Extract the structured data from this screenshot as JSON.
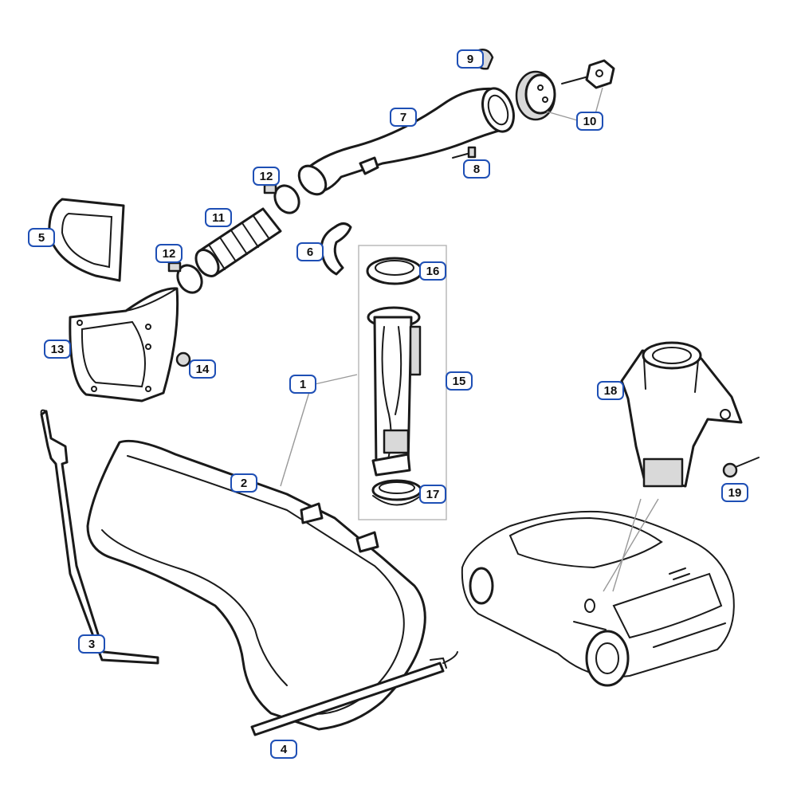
{
  "callouts": [
    {
      "id": "callout-1",
      "label": "1"
    },
    {
      "id": "callout-2",
      "label": "2"
    },
    {
      "id": "callout-3",
      "label": "3"
    },
    {
      "id": "callout-4",
      "label": "4"
    },
    {
      "id": "callout-5",
      "label": "5"
    },
    {
      "id": "callout-6",
      "label": "6"
    },
    {
      "id": "callout-7",
      "label": "7"
    },
    {
      "id": "callout-8",
      "label": "8"
    },
    {
      "id": "callout-9",
      "label": "9"
    },
    {
      "id": "callout-10",
      "label": "10"
    },
    {
      "id": "callout-11",
      "label": "11"
    },
    {
      "id": "callout-12a",
      "label": "12"
    },
    {
      "id": "callout-12b",
      "label": "12"
    },
    {
      "id": "callout-13",
      "label": "13"
    },
    {
      "id": "callout-14",
      "label": "14"
    },
    {
      "id": "callout-15",
      "label": "15"
    },
    {
      "id": "callout-16",
      "label": "16"
    },
    {
      "id": "callout-17",
      "label": "17"
    },
    {
      "id": "callout-18",
      "label": "18"
    },
    {
      "id": "callout-19",
      "label": "19"
    }
  ],
  "colors": {
    "callout_border": "#1e4fb5",
    "line": "#1a1a1a",
    "leader": "#999999"
  }
}
